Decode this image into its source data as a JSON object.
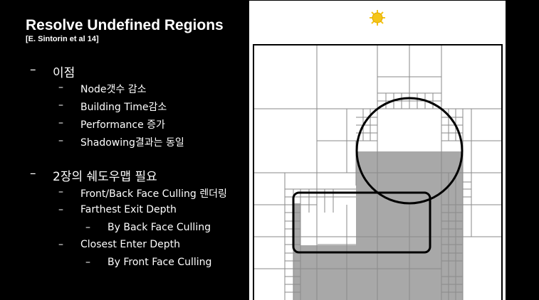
{
  "slide": {
    "title": "Resolve Undefined Regions",
    "citation": "[E. Sintorin et al 14]",
    "bullets": [
      {
        "level": 1,
        "dash": "–",
        "text": "이점"
      },
      {
        "level": 2,
        "dash": "–",
        "text": "Node갯수 감소"
      },
      {
        "level": 2,
        "dash": "–",
        "text": "Building Time감소"
      },
      {
        "level": 2,
        "dash": "–",
        "text": "Performance 증가"
      },
      {
        "level": 2,
        "dash": "–",
        "text": "Shadowing결과는 동일"
      },
      {
        "level": 1,
        "dash": "–",
        "text": "2장의 쉐도우맵 필요"
      },
      {
        "level": 2,
        "dash": "–",
        "text": "Front/Back Face Culling 렌더링"
      },
      {
        "level": 2,
        "dash": "–",
        "text": "Farthest Exit Depth"
      },
      {
        "level": 3,
        "dash": "–",
        "text": "By Back Face Culling"
      },
      {
        "level": 2,
        "dash": "–",
        "text": "Closest Enter Depth"
      },
      {
        "level": 3,
        "dash": "–",
        "text": "By Front Face Culling"
      }
    ]
  },
  "diagram": {
    "icons": [
      "sun-icon"
    ],
    "colors": {
      "background": "#000000",
      "text": "#ffffff",
      "panel": "#ffffff",
      "shadow": "#a8a8a8",
      "grid": "#8a8a8a",
      "outline": "#000000",
      "sun": "#f5c518"
    }
  }
}
